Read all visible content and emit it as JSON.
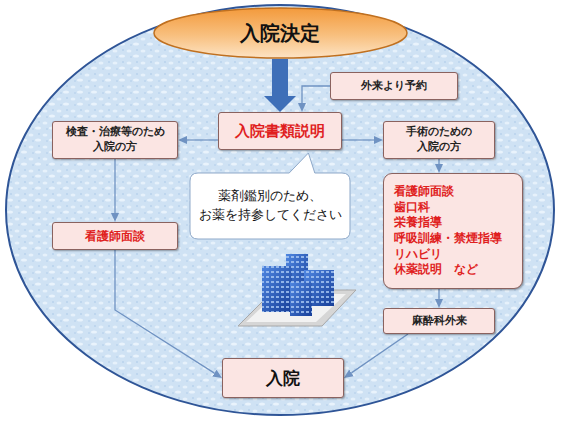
{
  "diagram": {
    "nodes": [
      {
        "text": [
          "入院決定"
        ]
      },
      {
        "text": [
          "外来より予約"
        ]
      },
      {
        "text": [
          "検査・治療等のため 入院の方"
        ]
      },
      {
        "text": [
          "入院書類説明"
        ]
      },
      {
        "text": [
          "手術のための 入院の方"
        ]
      },
      {
        "text": [
          "薬剤鑑別のため、 お薬を持参してください"
        ]
      },
      {
        "text": [
          "看護師面談"
        ]
      },
      {
        "text": [
          "看護師面談",
          "歯口科",
          "栄養指導",
          "呼吸訓練・禁煙指導",
          "リハビリ",
          "休薬説明　など"
        ]
      },
      {
        "text": [
          "麻酔科外来"
        ]
      },
      {
        "text": [
          "入院"
        ]
      }
    ],
    "edges": [
      {
        "from": 0,
        "to": 3,
        "arrow": "to"
      },
      {
        "from": 1,
        "to": 3,
        "arrow": "to"
      },
      {
        "from": 3,
        "to": 2,
        "arrow": "to"
      },
      {
        "from": 3,
        "to": 4,
        "arrow": "to"
      },
      {
        "from": 2,
        "to": 6,
        "arrow": "to"
      },
      {
        "from": 4,
        "to": 7,
        "arrow": "to"
      },
      {
        "from": 7,
        "to": 8,
        "arrow": "to"
      },
      {
        "from": 6,
        "to": 9,
        "arrow": "to"
      },
      {
        "from": 8,
        "to": 9,
        "arrow": "to"
      }
    ]
  }
}
